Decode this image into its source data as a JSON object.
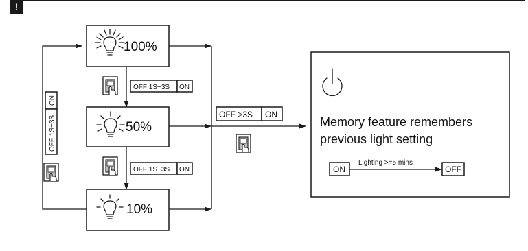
{
  "header": {
    "warning_mark": "!"
  },
  "levels": [
    {
      "label": "100%"
    },
    {
      "label": "50%"
    },
    {
      "label": "10%"
    }
  ],
  "switch_labels": {
    "short_off": "OFF 1S~3S",
    "on": "ON",
    "long_off": "OFF >3S"
  },
  "memory_panel": {
    "line1": "Memory feature remembers",
    "line2": "previous light setting",
    "state_on": "ON",
    "state_off": "OFF",
    "timer_label": "Lighting >=5 mins"
  }
}
